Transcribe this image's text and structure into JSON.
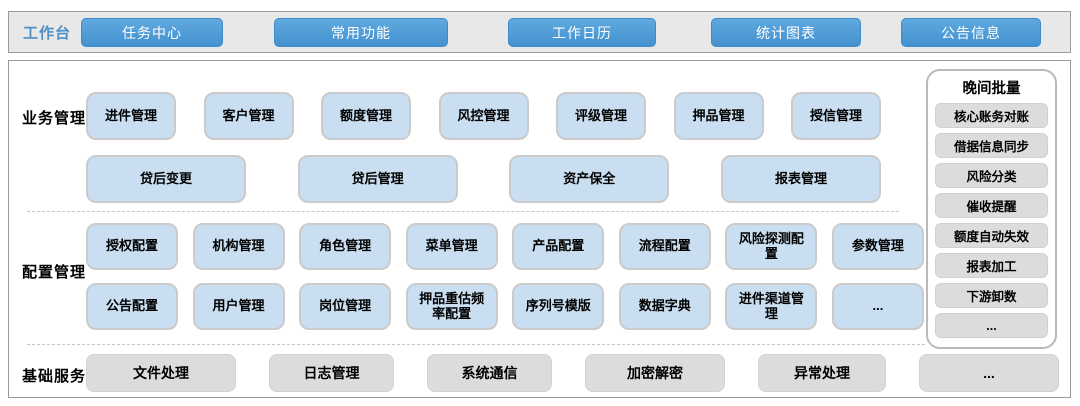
{
  "topbar": {
    "label": "工作台",
    "buttons": [
      {
        "name": "task-center",
        "label": "任务中心"
      },
      {
        "name": "common-functions",
        "label": "常用功能"
      },
      {
        "name": "work-calendar",
        "label": "工作日历"
      },
      {
        "name": "statistics-charts",
        "label": "统计图表"
      },
      {
        "name": "announcement-info",
        "label": "公告信息"
      }
    ]
  },
  "sections": [
    {
      "label": "业务管理",
      "rows": [
        [
          "进件管理",
          "客户管理",
          "额度管理",
          "风控管理",
          "评级管理",
          "押品管理",
          "授信管理"
        ],
        [
          "贷后变更",
          "贷后管理",
          "资产保全",
          "报表管理"
        ]
      ]
    },
    {
      "label": "配置管理",
      "rows": [
        [
          "授权配置",
          "机构管理",
          "角色管理",
          "菜单管理",
          "产品配置",
          "流程配置",
          "风险探测配置",
          "参数管理"
        ],
        [
          "公告配置",
          "用户管理",
          "岗位管理",
          "押品重估频率配置",
          "序列号模版",
          "数据字典",
          "进件渠道管理",
          "..."
        ]
      ]
    },
    {
      "label": "基础服务",
      "rows": [
        [
          "文件处理",
          "日志管理",
          "系统通信",
          "加密解密",
          "异常处理",
          "..."
        ]
      ]
    }
  ],
  "sidebar": {
    "title": "晚间批量",
    "items": [
      "核心账务对账",
      "借据信息同步",
      "风险分类",
      "催收提醒",
      "额度自动失效",
      "报表加工",
      "下游卸数",
      "..."
    ]
  },
  "colors": {
    "accent_blue": "#4d9bd5",
    "tile_blue": "#c9def0",
    "tile_gray": "#dcdcdc",
    "bar_gray": "#e8e8e8",
    "label_blue": "#4e8fc5"
  }
}
